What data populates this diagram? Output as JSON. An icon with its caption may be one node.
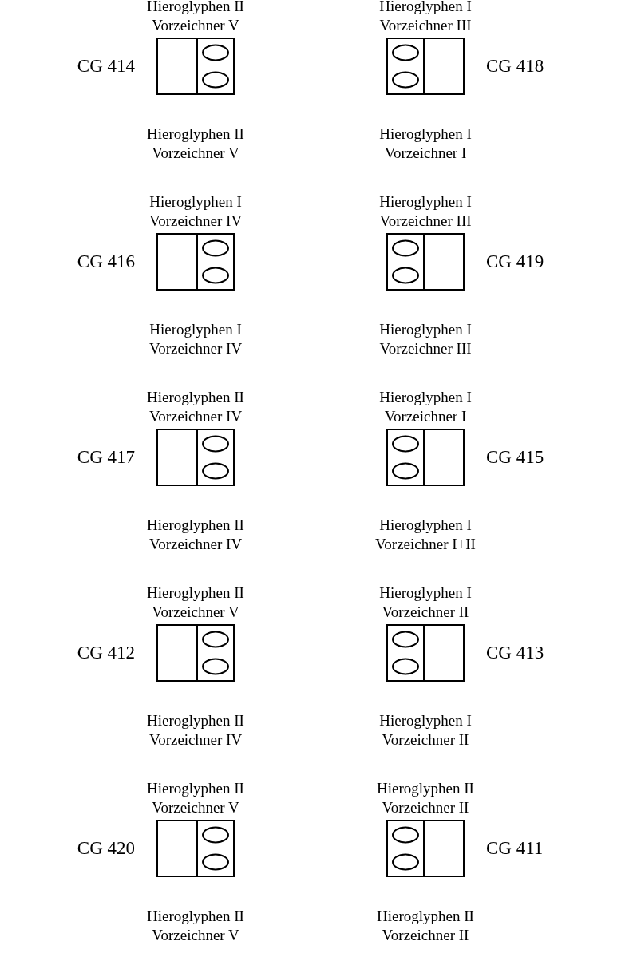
{
  "diagram": {
    "nodes": [
      {
        "text": [
          "Hieroglyphen II Vorzeichner V",
          "Hieroglyphen II Vorzeichner V"
        ],
        "beside": [
          "CG 414"
        ]
      },
      {
        "text": [
          "Hieroglyphen I Vorzeichner III",
          "Hieroglyphen I Vorzeichner I"
        ],
        "beside": [
          "CG 418"
        ]
      },
      {
        "text": [
          "Hieroglyphen I Vorzeichner IV",
          "Hieroglyphen I Vorzeichner IV"
        ],
        "beside": [
          "CG 416"
        ]
      },
      {
        "text": [
          "Hieroglyphen I Vorzeichner III",
          "Hieroglyphen I Vorzeichner III"
        ],
        "beside": [
          "CG 419"
        ]
      },
      {
        "text": [
          "Hieroglyphen II Vorzeichner IV",
          "Hieroglyphen II Vorzeichner IV"
        ],
        "beside": [
          "CG 417"
        ]
      },
      {
        "text": [
          "Hieroglyphen I Vorzeichner I",
          "Hieroglyphen I Vorzeichner I+II"
        ],
        "beside": [
          "CG 415"
        ]
      },
      {
        "text": [
          "Hieroglyphen II Vorzeichner V",
          "Hieroglyphen II Vorzeichner IV"
        ],
        "beside": [
          "CG 412"
        ]
      },
      {
        "text": [
          "Hieroglyphen I Vorzeichner II",
          "Hieroglyphen I Vorzeichner II"
        ],
        "beside": [
          "CG 413"
        ]
      },
      {
        "text": [
          "Hieroglyphen II Vorzeichner V",
          "Hieroglyphen II Vorzeichner V"
        ],
        "beside": [
          "CG 420"
        ]
      },
      {
        "text": [
          "Hieroglyphen II Vorzeichner II",
          "Hieroglyphen II Vorzeichner II"
        ],
        "beside": [
          "CG 411"
        ]
      }
    ]
  }
}
